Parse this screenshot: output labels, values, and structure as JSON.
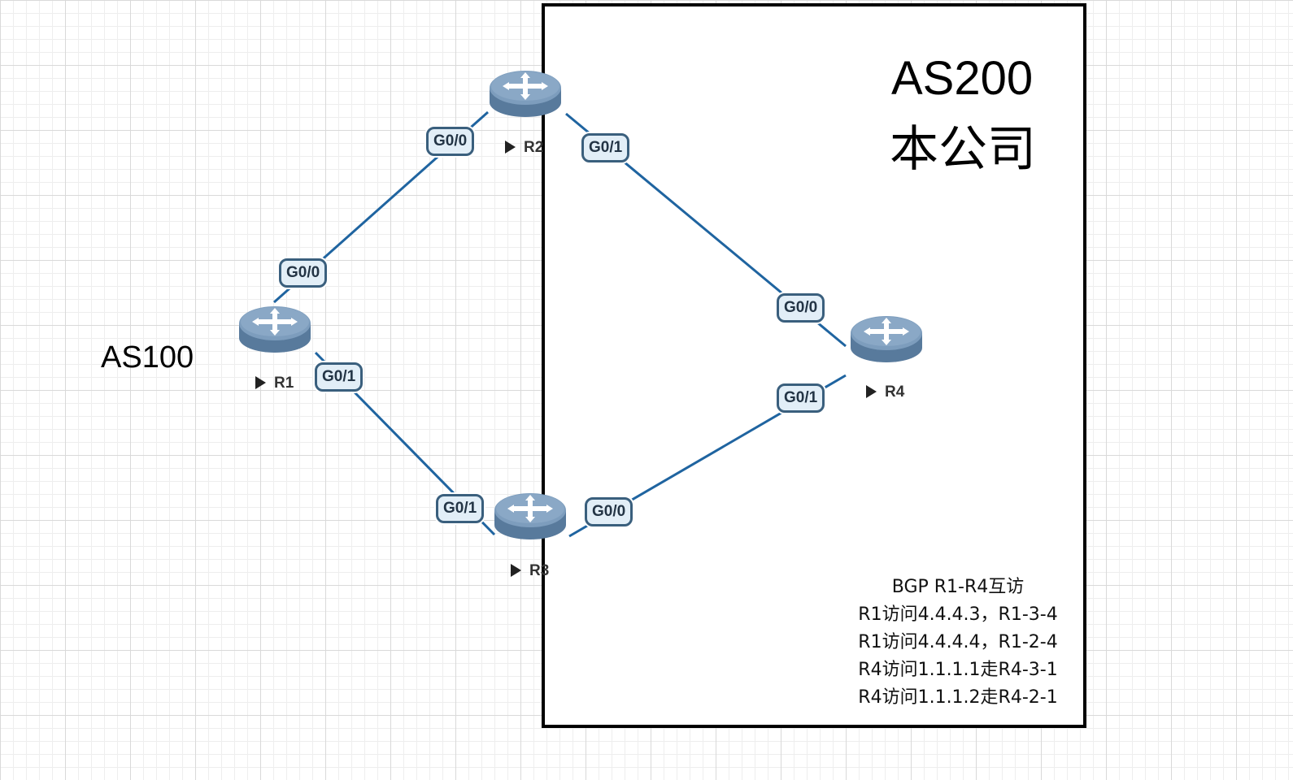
{
  "as200_box": {
    "title": "AS200",
    "subtitle": "本公司"
  },
  "as100_label": "AS100",
  "routers": [
    {
      "name": "R1"
    },
    {
      "name": "R2"
    },
    {
      "name": "R3"
    },
    {
      "name": "R4"
    }
  ],
  "ports": {
    "r1_g00": "G0/0",
    "r1_g01": "G0/1",
    "r2_g00": "G0/0",
    "r2_g01": "G0/1",
    "r3_g01": "G0/1",
    "r3_g00": "G0/0",
    "r4_g00": "G0/0",
    "r4_g01": "G0/1"
  },
  "notes": [
    "BGP R1-R4互访",
    "R1访问4.4.4.3，R1-3-4",
    "R1访问4.4.4.4，R1-2-4",
    "R4访问1.1.1.1走R4-3-1",
    "R4访问1.1.1.2走R4-2-1"
  ],
  "colors": {
    "link": "#1f64a0",
    "router_body": "#6d8fb0",
    "port_fill": "#e2eef7",
    "port_border": "#3a5f7d"
  }
}
